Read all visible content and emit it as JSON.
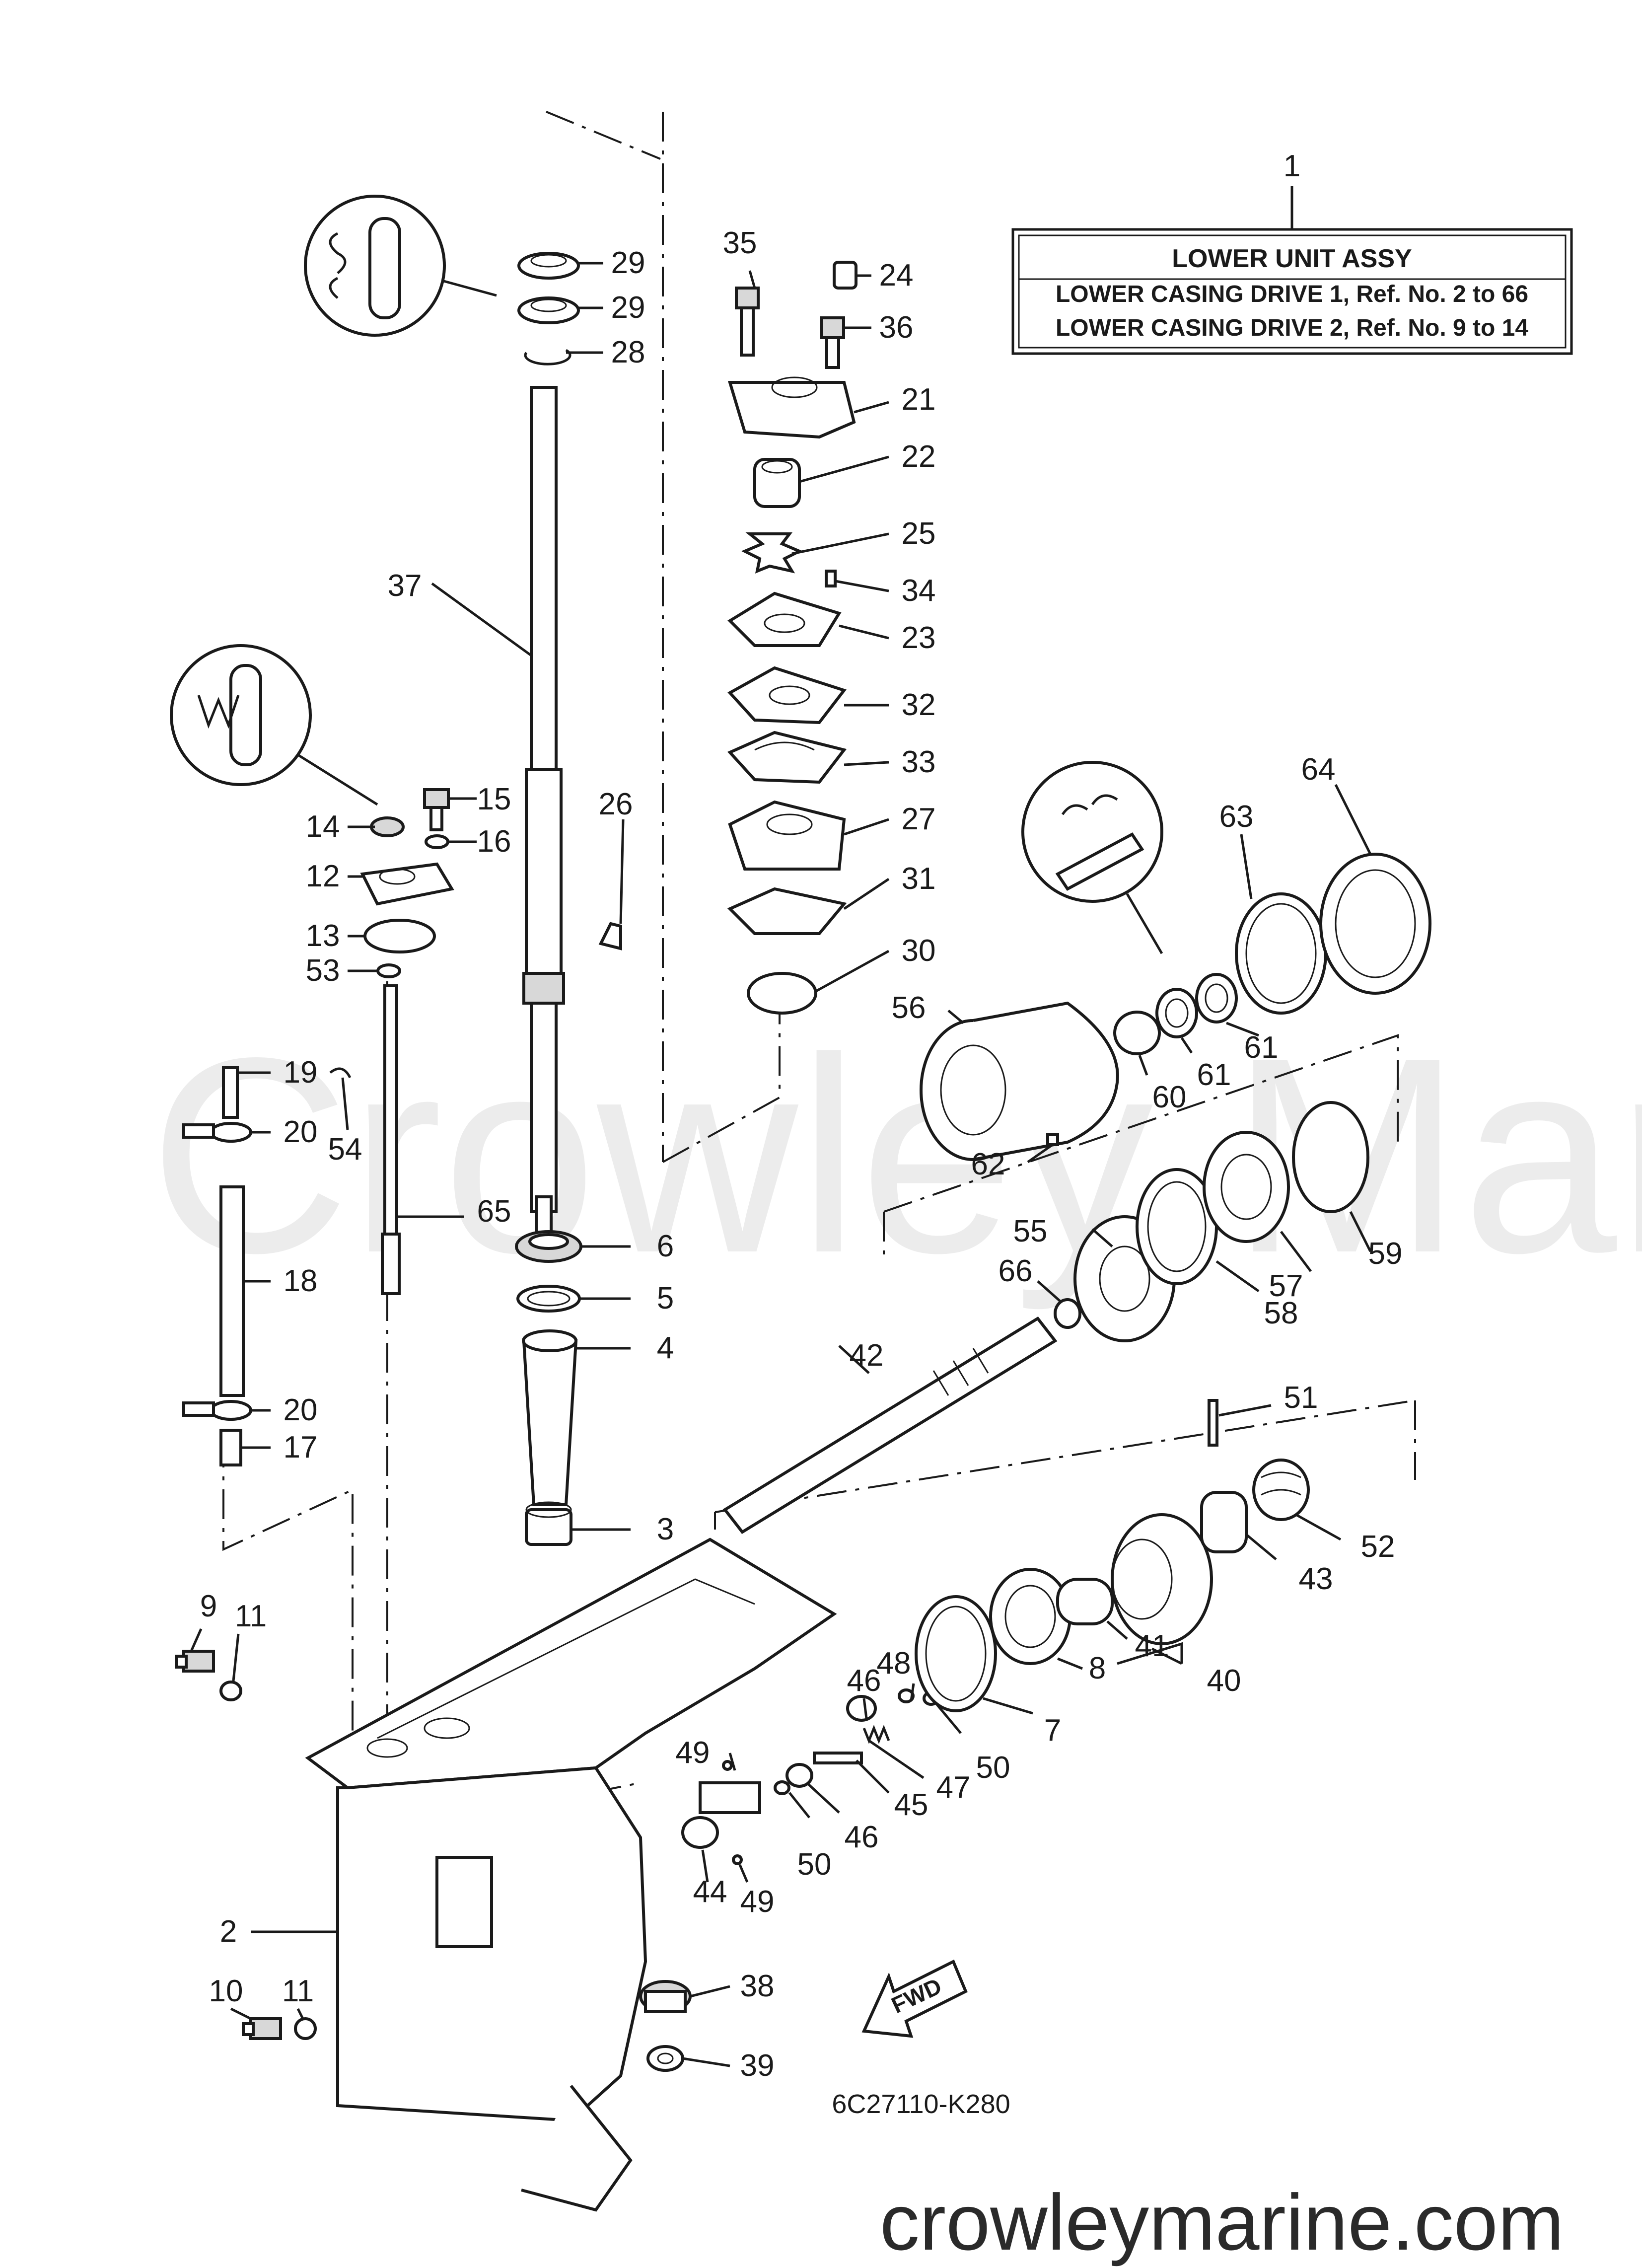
{
  "watermark": "Crowley Marine",
  "site_label": "crowleymarine.com",
  "diagram_code": "6C27110-K280",
  "fwd_label": "FWD",
  "assy_box": {
    "title": "LOWER UNIT ASSY",
    "line1": "LOWER CASING DRIVE 1,  Ref. No. 2 to 66",
    "line2": "LOWER CASING DRIVE 2,  Ref. No. 9 to 14"
  },
  "callouts": [
    "1",
    "2",
    "3",
    "4",
    "5",
    "6",
    "7",
    "8",
    "9",
    "10",
    "11",
    "11",
    "12",
    "13",
    "14",
    "15",
    "16",
    "17",
    "18",
    "19",
    "20",
    "20",
    "21",
    "22",
    "23",
    "24",
    "25",
    "26",
    "27",
    "28",
    "29",
    "29",
    "30",
    "31",
    "32",
    "33",
    "34",
    "35",
    "36",
    "37",
    "38",
    "39",
    "40",
    "41",
    "42",
    "43",
    "44",
    "45",
    "46",
    "46",
    "47",
    "48",
    "49",
    "49",
    "50",
    "50",
    "51",
    "52",
    "53",
    "54",
    "55",
    "56",
    "57",
    "58",
    "59",
    "60",
    "61",
    "61",
    "62",
    "63",
    "64",
    "65",
    "66"
  ],
  "icons": [
    "grease-icon-a",
    "grease-icon-b",
    "gear-oil-icon"
  ],
  "colors": {
    "line": "#1a1a1a",
    "watermark": "#ececec",
    "background": "#ffffff"
  }
}
